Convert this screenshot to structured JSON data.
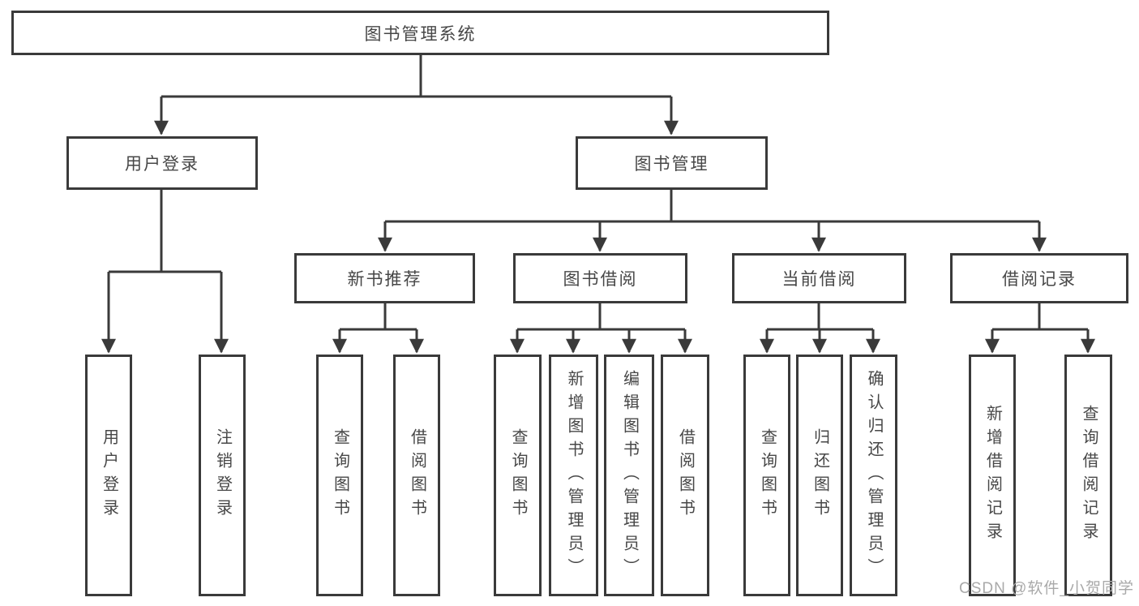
{
  "tree": {
    "root": "图书管理系统",
    "level2": [
      "用户登录",
      "图书管理"
    ],
    "level3": [
      "新书推荐",
      "图书借阅",
      "当前借阅",
      "借阅记录"
    ],
    "leaves": {
      "user_login": [
        "用户登录",
        "注销登录"
      ],
      "new_book": [
        "查询图书",
        "借阅图书"
      ],
      "book_borrow": [
        "查询图书",
        "新增图书（管理员）",
        "编辑图书（管理员）",
        "借阅图书"
      ],
      "current_borrow": [
        "查询图书",
        "归还图书",
        "确认归还（管理员）"
      ],
      "borrow_record": [
        "新增借阅记录",
        "查询借阅记录"
      ]
    }
  },
  "watermark": {
    "text": "CSDN @软件_小贺同学"
  },
  "colors": {
    "line": "#3a3a3a",
    "box_border": "#3a3a3a",
    "text": "#474747",
    "watermark": "#a9a9a9",
    "background": "#ffffff"
  }
}
